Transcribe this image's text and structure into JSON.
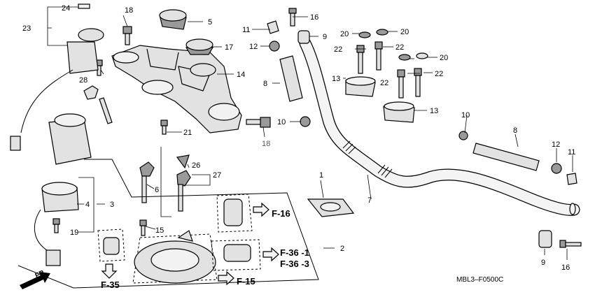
{
  "diagram": {
    "code": "MBL3–F0500C",
    "front_label": "FR.",
    "callouts": {
      "c1": "1",
      "c2": "2",
      "c3": "3",
      "c4": "4",
      "c5": "5",
      "c6": "6",
      "c7": "7",
      "c8a": "8",
      "c8b": "8",
      "c9a": "9",
      "c9b": "9",
      "c10a": "10",
      "c10b": "10",
      "c11a": "11",
      "c11b": "11",
      "c12a": "12",
      "c12b": "12",
      "c13a": "13",
      "c13b": "13",
      "c14": "14",
      "c15": "15",
      "c16a": "16",
      "c16b": "16",
      "c17": "17",
      "c18a": "18",
      "c18b": "18",
      "c19": "19",
      "c20a": "20",
      "c20b": "20",
      "c20c": "20",
      "c21": "21",
      "c22a": "22",
      "c22b": "22",
      "c22c": "22",
      "c22d": "22",
      "c23": "23",
      "c24": "24",
      "c26": "26",
      "c27": "27",
      "c28": "28"
    },
    "references": {
      "r_f16": "F-16",
      "r_f36_1": "F-36 -1",
      "r_f36_3": "F-36 -3",
      "r_f15": "F-15",
      "r_f35": "F-35"
    }
  }
}
